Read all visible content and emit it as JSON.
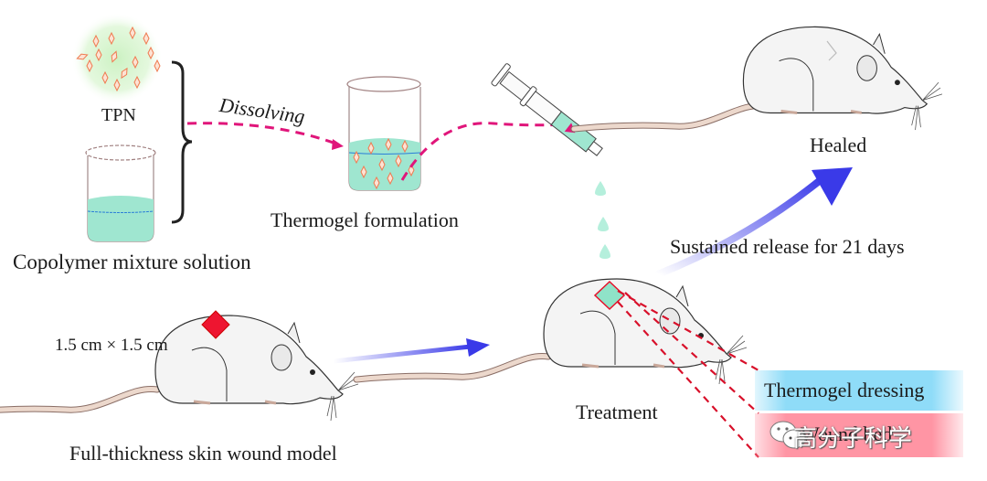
{
  "labels": {
    "tpn": "TPN",
    "copolymer": "Copolymer mixture solution",
    "dissolving": "Dissolving",
    "thermogel_formulation": "Thermogel formulation",
    "healed": "Healed",
    "sustained_release": "Sustained release for 21 days",
    "wound_size": "1.5 cm × 1.5 cm",
    "wound_model": "Full-thickness skin wound model",
    "treatment": "Treatment",
    "thermogel_dressing": "Thermogel dressing",
    "wound_bed": "Wound bed"
  },
  "watermark": {
    "text": "高分子科学",
    "icon": "wechat-icon"
  },
  "colors": {
    "gel": "#8fe3c8",
    "wound": "#e8102a",
    "dashed_arrow": "#e0157a",
    "flow_arrow": "#3a3ae8",
    "dressing_band": "#8fdcf8",
    "wound_band": "#ff95a4",
    "drug_particle": "#f07a50"
  }
}
